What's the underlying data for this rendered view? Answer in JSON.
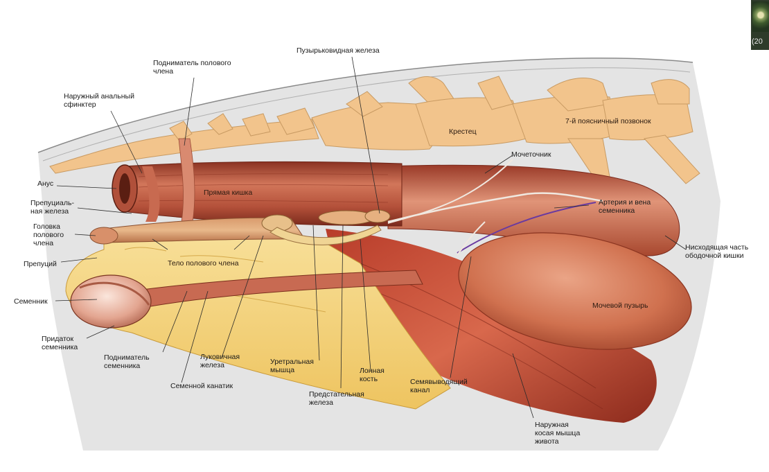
{
  "labels": {
    "naruzhny_sfinkter": "Наружный анальный\nсфинктер",
    "podnimatel_polovogo": "Подниматель полового\nчлена",
    "puzyrkovidnaya": "Пузырьковидная железа",
    "krestec": "Крестец",
    "pozvonok": "7-й поясничный позвонок",
    "mochetochnik": "Мочеточник",
    "anus": "Анус",
    "pryamaya_kishka": "Прямая кишка",
    "prepucialnaya": "Препуциаль-\nная железа",
    "arteriya": "Артерия и вена\nсеменника",
    "golovka": "Головка\nполового\nчлена",
    "nishodyashaya": "Нисходящая часть\nободочной кишки",
    "prepuciy": "Препуций",
    "telo": "Тело полового члена",
    "semennik": "Семенник",
    "mochevoy": "Мочевой пузырь",
    "pridatok": "Придаток\nсеменника",
    "podnimatel_semennika": "Подниматель\nсеменника",
    "lukovichnaya": "Луковичная\nжелеза",
    "uretralnaya": "Уретральная\nмышца",
    "lonnaya": "Лонная\nкость",
    "semyavyvodyashiy": "Семявыводящий\nканал",
    "semennoy_kanatik": "Семенной канатик",
    "predstatelnaya": "Предстательная\nжелеза",
    "naruzhnaya_kosaya": "Наружная\nкосая мышца\nживота"
  },
  "thumbnail": {
    "caption": "(20"
  },
  "colors": {
    "bone": "#f2c48c",
    "muscle": "#c8503a",
    "rectum": "#b9553c",
    "fat": "#f5d67a",
    "bladder": "#d9785a",
    "skin_gray": "#d8d8d8"
  }
}
